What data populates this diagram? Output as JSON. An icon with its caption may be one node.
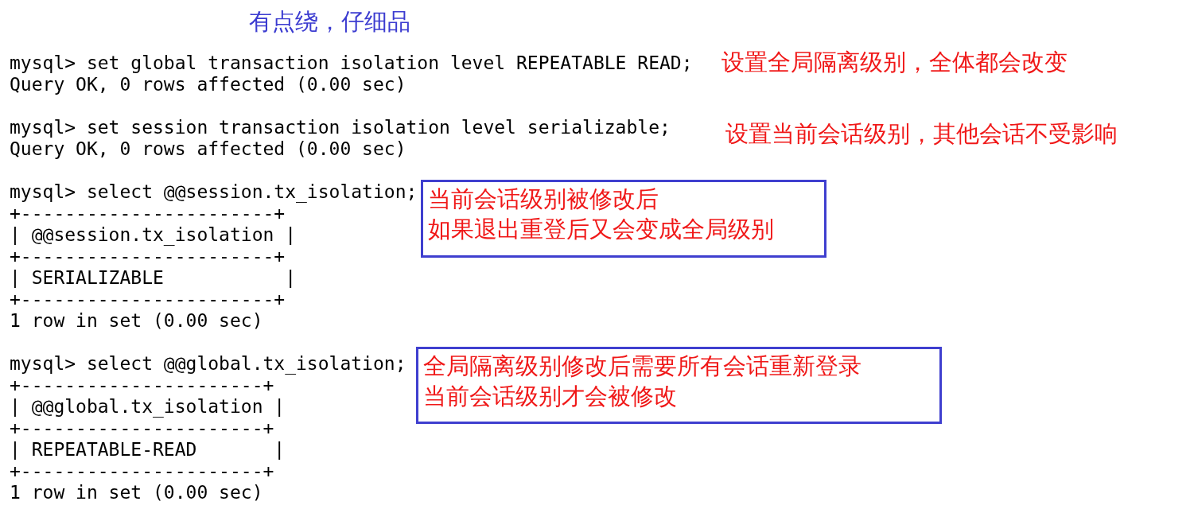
{
  "diagram": {
    "title": "有点绕，仔细品",
    "nodes": [
      {
        "text": [
          "当前会话级别被修改后",
          "如果退出重登后又会变成全局级别"
        ]
      },
      {
        "text": [
          "全局隔离级别修改后需要所有会话重新登录",
          "当前会话级别才会被修改"
        ]
      }
    ],
    "labels": [
      "mysql> set global transaction isolation level REPEATABLE READ;",
      "设置全局隔离级别，全体都会改变",
      "Query OK, 0 rows affected (0.00 sec)",
      "mysql> set session transaction isolation level serializable;",
      "设置当前会话级别，其他会话不受影响",
      "Query OK, 0 rows affected (0.00 sec)",
      "mysql> select @@session.tx_isolation;",
      "+-----------------------+",
      "| @@session.tx_isolation |",
      "+-----------------------+",
      "| SERIALIZABLE           |",
      "+-----------------------+",
      "1 row in set (0.00 sec)",
      "mysql> select @@global.tx_isolation;",
      "+----------------------+",
      "| @@global.tx_isolation |",
      "+----------------------+",
      "| REPEATABLE-READ       |",
      "+----------------------+",
      "1 row in set (0.00 sec)"
    ]
  }
}
